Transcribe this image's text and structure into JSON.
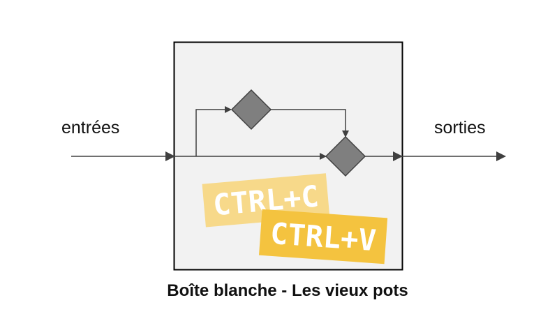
{
  "diagram": {
    "input_label": "entrées",
    "output_label": "sorties",
    "caption": "Boîte blanche - Les vieux pots",
    "sticker_copy": "CTRL+C",
    "sticker_paste": "CTRL+V"
  },
  "colors": {
    "box_fill": "#f2f2f2",
    "box_border": "#000000",
    "line": "#404040",
    "diamond": "#7f7f7f",
    "sticker_copy": "#f7d98a",
    "sticker_paste": "#f4c33f",
    "sticker_text": "#ffffff"
  }
}
